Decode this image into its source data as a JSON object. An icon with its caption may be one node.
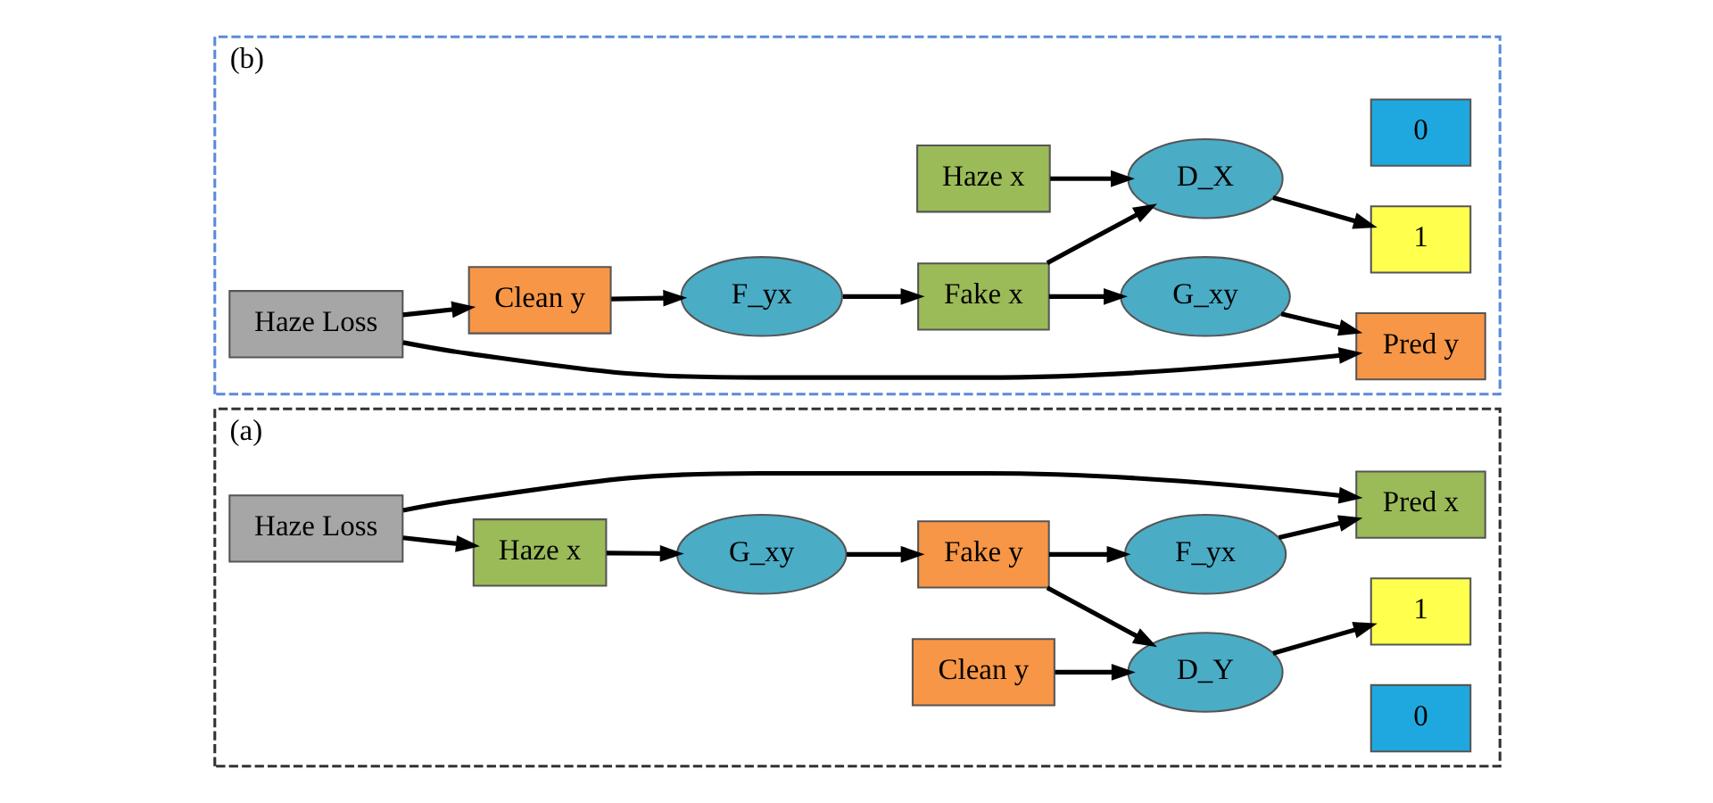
{
  "diagram": {
    "nodes": [
      {
        "text": [
          "(a)"
        ]
      },
      {
        "text": [
          "Haze Loss"
        ],
        "in": 0
      },
      {
        "text": [
          "Haze x"
        ],
        "in": 0
      },
      {
        "text": [
          "G_xy"
        ],
        "in": 0
      },
      {
        "text": [
          "Pred x"
        ],
        "in": 0
      },
      {
        "text": [
          "F_yx"
        ],
        "in": 0
      },
      {
        "text": [
          "Clean y"
        ],
        "in": 0
      },
      {
        "text": [
          "Fake y"
        ],
        "in": 0
      },
      {
        "text": [
          "D_Y"
        ],
        "in": 0
      },
      {
        "text": [
          "1"
        ],
        "in": 0
      },
      {
        "text": [
          "0"
        ],
        "in": 0
      },
      {
        "text": [
          "(b)"
        ]
      },
      {
        "text": [
          "Fake x"
        ],
        "in": 11
      },
      {
        "text": [
          "G_xy"
        ],
        "in": 11
      },
      {
        "text": [
          "Pred y"
        ],
        "in": 11
      },
      {
        "text": [
          "D_X"
        ],
        "in": 11
      },
      {
        "text": [
          "Haze x"
        ],
        "in": 11
      },
      {
        "text": [
          "0"
        ],
        "in": 11
      },
      {
        "text": [
          "1"
        ],
        "in": 11
      },
      {
        "text": [
          "Haze Loss"
        ],
        "in": 11
      },
      {
        "text": [
          "F_yx"
        ],
        "in": 11
      },
      {
        "text": [
          "Clean y"
        ],
        "in": 11
      }
    ],
    "edges": [
      {
        "from": 1,
        "to": 2,
        "arrow": "to"
      },
      {
        "from": 1,
        "to": 4,
        "arrow": "to"
      },
      {
        "from": 2,
        "to": 3,
        "arrow": "to"
      },
      {
        "from": 3,
        "to": 7,
        "arrow": "to"
      },
      {
        "from": 7,
        "to": 5,
        "arrow": "to"
      },
      {
        "from": 5,
        "to": 4,
        "arrow": "to"
      },
      {
        "from": 6,
        "to": 8,
        "arrow": "to"
      },
      {
        "from": 7,
        "to": 8,
        "arrow": "to"
      },
      {
        "from": 8,
        "to": 9,
        "arrow": "to"
      },
      {
        "from": 12,
        "to": 13,
        "arrow": "to"
      },
      {
        "from": 13,
        "to": 14,
        "arrow": "to"
      },
      {
        "from": 19,
        "to": 14,
        "arrow": "to"
      },
      {
        "from": 19,
        "to": 21,
        "arrow": "to"
      },
      {
        "from": 21,
        "to": 20,
        "arrow": "to"
      },
      {
        "from": 20,
        "to": 12,
        "arrow": "to"
      },
      {
        "from": 12,
        "to": 15,
        "arrow": "to"
      },
      {
        "from": 16,
        "to": 15,
        "arrow": "to"
      },
      {
        "from": 15,
        "to": 18,
        "arrow": "to"
      }
    ]
  }
}
